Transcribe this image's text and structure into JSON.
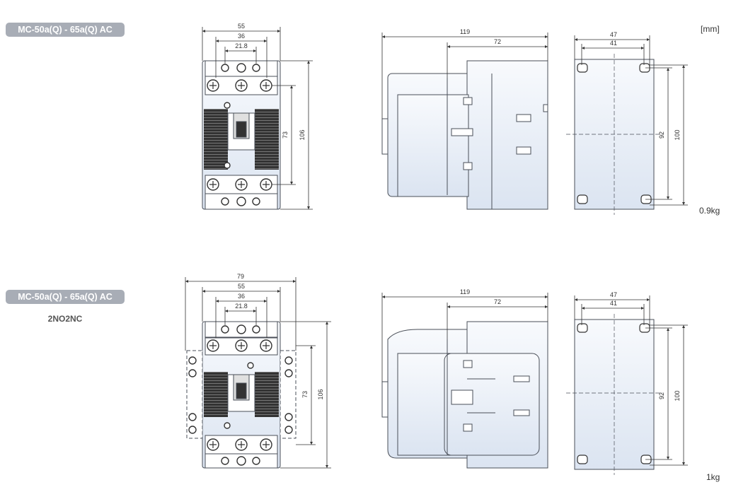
{
  "unit": "[mm]",
  "sections": [
    {
      "title": "MC-50a(Q) - 65a(Q) AC",
      "subtitle": "",
      "weight": "0.9kg",
      "front_dims": {
        "w_outer": "",
        "w_body": "55",
        "w_mid": "36",
        "w_inner": "21.8",
        "h_total": "106",
        "h_inner": "73"
      },
      "side_dims": {
        "depth": "119",
        "depth_inner": "72"
      },
      "mount_dims": {
        "w": "47",
        "w_inner": "41",
        "h_inner": "92",
        "h": "100"
      }
    },
    {
      "title": "MC-50a(Q) - 65a(Q) AC",
      "subtitle": "2NO2NC",
      "weight": "1kg",
      "front_dims": {
        "w_outer": "79",
        "w_body": "55",
        "w_mid": "36",
        "w_inner": "21.8",
        "h_total": "106",
        "h_inner": "73"
      },
      "side_dims": {
        "depth": "119",
        "depth_inner": "72"
      },
      "mount_dims": {
        "w": "47",
        "w_inner": "41",
        "h_inner": "92",
        "h": "100"
      }
    }
  ],
  "colors": {
    "badge": "#a8adb6",
    "body_fill": "#e8eef7",
    "outline": "#4a4f58",
    "dim": "#333333"
  }
}
